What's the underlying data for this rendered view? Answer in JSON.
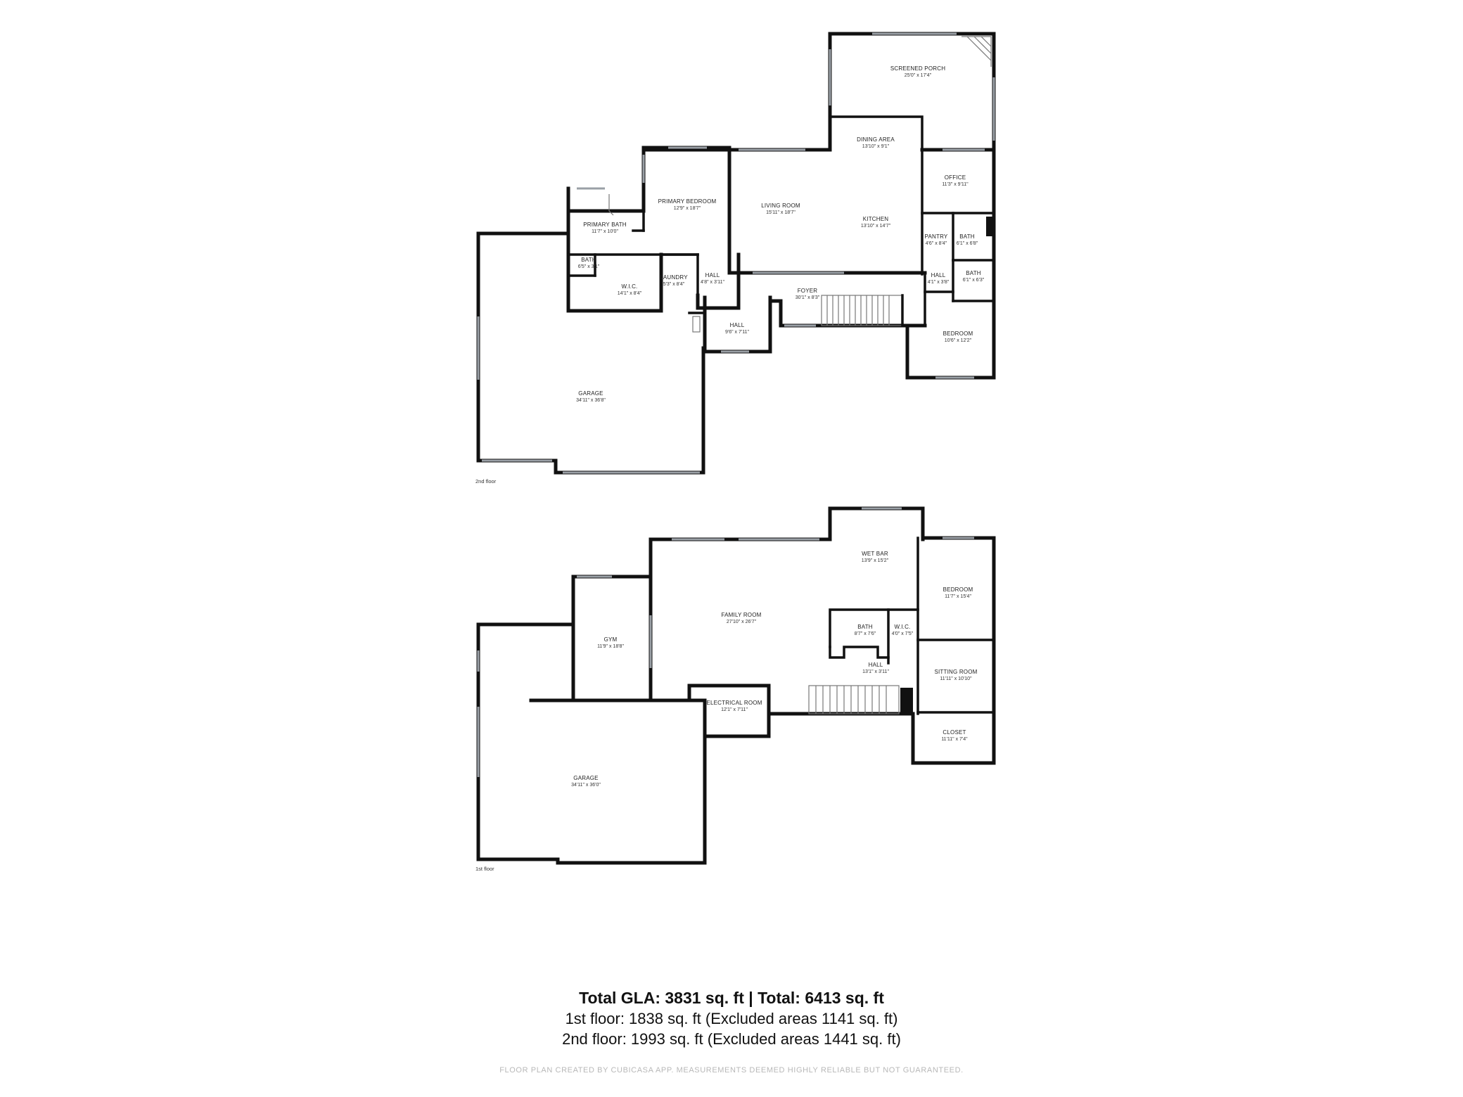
{
  "floors": [
    {
      "label": "2nd floor",
      "rooms": [
        {
          "name": "SCREENED PORCH",
          "dims": "25'0\" x 17'4\""
        },
        {
          "name": "DINING AREA",
          "dims": "13'10\" x 9'1\""
        },
        {
          "name": "OFFICE",
          "dims": "11'3\" x 9'11\""
        },
        {
          "name": "PRIMARY BEDROOM",
          "dims": "12'9\" x 18'7\""
        },
        {
          "name": "LIVING ROOM",
          "dims": "15'11\" x 18'7\""
        },
        {
          "name": "KITCHEN",
          "dims": "13'10\" x 14'7\""
        },
        {
          "name": "PRIMARY BATH",
          "dims": "11'7\" x 10'0\""
        },
        {
          "name": "PANTRY",
          "dims": "4'6\" x 8'4\""
        },
        {
          "name": "BATH",
          "dims": "6'1\" x 6'8\""
        },
        {
          "name": "BATH",
          "dims": "6'5\" x 3'1\""
        },
        {
          "name": "LAUNDRY",
          "dims": "5'3\" x 8'4\""
        },
        {
          "name": "HALL",
          "dims": "4'8\" x 3'11\""
        },
        {
          "name": "HALL",
          "dims": "4'1\" x 3'8\""
        },
        {
          "name": "BATH",
          "dims": "6'1\" x 6'3\""
        },
        {
          "name": "W.I.C.",
          "dims": "14'1\" x 8'4\""
        },
        {
          "name": "FOYER",
          "dims": "30'1\" x 8'3\""
        },
        {
          "name": "HALL",
          "dims": "9'6\" x 7'11\""
        },
        {
          "name": "BEDROOM",
          "dims": "10'6\" x 12'2\""
        },
        {
          "name": "GARAGE",
          "dims": "34'11\" x 36'8\""
        }
      ]
    },
    {
      "label": "1st floor",
      "rooms": [
        {
          "name": "WET BAR",
          "dims": "13'9\" x 15'2\""
        },
        {
          "name": "BEDROOM",
          "dims": "11'7\" x 15'4\""
        },
        {
          "name": "FAMILY ROOM",
          "dims": "27'10\" x 26'7\""
        },
        {
          "name": "GYM",
          "dims": "11'9\" x 18'8\""
        },
        {
          "name": "BATH",
          "dims": "8'7\" x 7'6\""
        },
        {
          "name": "W.I.C.",
          "dims": "4'0\" x 7'5\""
        },
        {
          "name": "HALL",
          "dims": "13'1\" x 3'11\""
        },
        {
          "name": "SITTING ROOM",
          "dims": "11'11\" x 10'10\""
        },
        {
          "name": "ELECTRICAL ROOM",
          "dims": "12'1\" x 7'11\""
        },
        {
          "name": "CLOSET",
          "dims": "11'11\" x 7'4\""
        },
        {
          "name": "GARAGE",
          "dims": "34'11\" x 36'0\""
        }
      ]
    }
  ],
  "summary": {
    "total": "Total GLA: 3831 sq. ft | Total: 6413 sq. ft",
    "floor1": "1st floor: 1838 sq. ft (Excluded areas 1141 sq. ft)",
    "floor2": "2nd floor: 1993 sq. ft (Excluded areas 1441 sq. ft)"
  },
  "footer": "FLOOR PLAN CREATED BY CUBICASA APP. MEASUREMENTS DEEMED HIGHLY RELIABLE BUT NOT GUARANTEED."
}
